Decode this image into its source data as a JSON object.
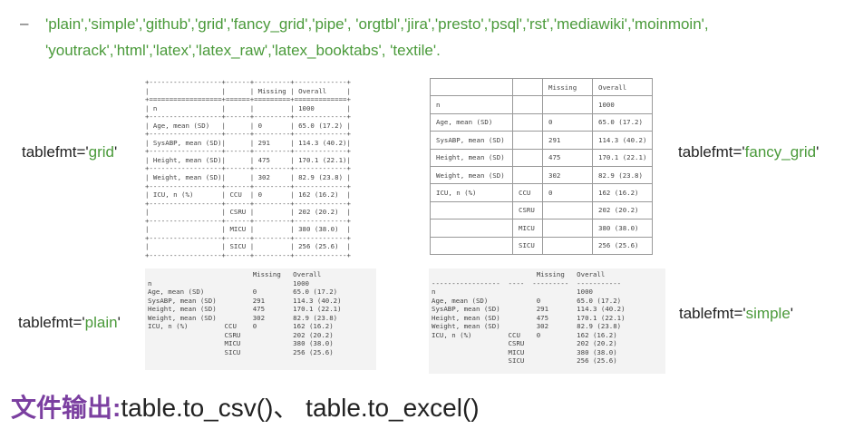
{
  "bullet_symbol": "–",
  "formats_line": "'plain','simple','github','grid','fancy_grid','pipe', 'orgtbl','jira','presto','psql','rst','mediawiki','moinmoin', 'youtrack','html','latex','latex_raw','latex_booktabs', 'textile'.",
  "labels": {
    "grid": {
      "prefix": "tablefmt='",
      "value": "grid",
      "suffix": "'"
    },
    "fancy_grid": {
      "prefix": "tablefmt='",
      "value": "fancy_grid",
      "suffix": "'"
    },
    "plain": {
      "prefix": "tablefmt='",
      "value": "plain",
      "suffix": "'"
    },
    "simple": {
      "prefix": "tablefmt='",
      "value": "simple",
      "suffix": "'"
    }
  },
  "grid_text": "+------------------+------+---------+-------------+\n|                  |      | Missing | Overall     |\n+==================+======+=========+=============+\n| n                |      |         | 1000        |\n+------------------+------+---------+-------------+\n| Age, mean (SD)   |      | 0       | 65.0 (17.2) |\n+------------------+------+---------+-------------+\n| SysABP, mean (SD)|      | 291     | 114.3 (40.2)|\n+------------------+------+---------+-------------+\n| Height, mean (SD)|      | 475     | 170.1 (22.1)|\n+------------------+------+---------+-------------+\n| Weight, mean (SD)|      | 302     | 82.9 (23.8) |\n+------------------+------+---------+-------------+\n| ICU, n (%)       | CCU  | 0       | 162 (16.2)  |\n+------------------+------+---------+-------------+\n|                  | CSRU |         | 202 (20.2)  |\n+------------------+------+---------+-------------+\n|                  | MICU |         | 380 (38.0)  |\n+------------------+------+---------+-------------+\n|                  | SICU |         | 256 (25.6)  |\n+------------------+------+---------+-------------+",
  "fancy_rows": [
    [
      "",
      "",
      "Missing",
      "Overall"
    ],
    [
      "n",
      "",
      "",
      "1000"
    ],
    [
      "Age, mean (SD)",
      "",
      "0",
      "65.0 (17.2)"
    ],
    [
      "SysABP, mean (SD)",
      "",
      "291",
      "114.3 (40.2)"
    ],
    [
      "Height, mean (SD)",
      "",
      "475",
      "170.1 (22.1)"
    ],
    [
      "Weight, mean (SD)",
      "",
      "302",
      "82.9 (23.8)"
    ],
    [
      "ICU, n (%)",
      "CCU",
      "0",
      "162 (16.2)"
    ],
    [
      "",
      "CSRU",
      "",
      "202 (20.2)"
    ],
    [
      "",
      "MICU",
      "",
      "380 (38.0)"
    ],
    [
      "",
      "SICU",
      "",
      "256 (25.6)"
    ]
  ],
  "plain_text": "                          Missing   Overall\nn                                   1000\nAge, mean (SD)            0         65.0 (17.2)\nSysABP, mean (SD)         291       114.3 (40.2)\nHeight, mean (SD)         475       170.1 (22.1)\nWeight, mean (SD)         302       82.9 (23.8)\nICU, n (%)         CCU    0         162 (16.2)\n                   CSRU             202 (20.2)\n                   MICU             380 (38.0)\n                   SICU             256 (25.6)",
  "simple_text": "                          Missing   Overall\n-----------------  ----  ---------  -----------\nn                                   1000\nAge, mean (SD)            0         65.0 (17.2)\nSysABP, mean (SD)         291       114.3 (40.2)\nHeight, mean (SD)         475       170.1 (22.1)\nWeight, mean (SD)         302       82.9 (23.8)\nICU, n (%)         CCU    0         162 (16.2)\n                   CSRU             202 (20.2)\n                   MICU             380 (38.0)\n                   SICU             256 (25.6)",
  "bottom": {
    "heading": "文件输出:",
    "text": "table.to_csv()、 table.to_excel()"
  }
}
